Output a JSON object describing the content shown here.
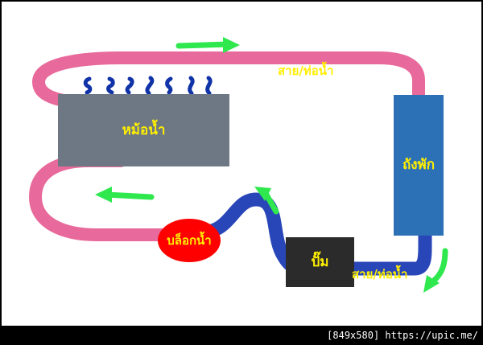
{
  "diagram": {
    "title_visible": false,
    "background_color": "#ffffff",
    "border_color": "#000000",
    "nodes": [
      {
        "id": "boiler",
        "label": "หม้อน้ำ",
        "shape": "rectangle",
        "color": "#6d7884",
        "text_color": "#ffee00"
      },
      {
        "id": "tank",
        "label": "ถังพัก",
        "shape": "rectangle",
        "color": "#2c71b6",
        "text_color": "#ffee00"
      },
      {
        "id": "pump",
        "label": "ปั๊ม",
        "shape": "rectangle",
        "color": "#2b2b2b",
        "text_color": "#ffee00"
      },
      {
        "id": "water-block",
        "label": "บล็อกน้ำ",
        "shape": "ellipse",
        "color": "#fe0000",
        "text_color": "#ffee00"
      }
    ],
    "pipe_labels": [
      {
        "id": "pipe-top",
        "label": "สาย/ท่อน้ำ",
        "text_color": "#ffee00"
      },
      {
        "id": "pipe-bottom",
        "label": "สาย/ท่อน้ำ",
        "text_color": "#ffee00"
      }
    ],
    "pipes": [
      {
        "id": "hot-pipe",
        "color": "#e8699b",
        "description": "pink hot water pipe"
      },
      {
        "id": "cold-pipe",
        "color": "#2946b8",
        "description": "blue cold water pipe"
      }
    ],
    "flow_arrows": [
      {
        "id": "arrow-top-right",
        "direction": "right",
        "color": "#2ee84e"
      },
      {
        "id": "arrow-mid-left",
        "direction": "left",
        "color": "#2ee84e"
      },
      {
        "id": "arrow-up",
        "direction": "up",
        "color": "#2ee84e"
      },
      {
        "id": "arrow-down-right",
        "direction": "down",
        "color": "#2ee84e"
      }
    ],
    "heat_marks": {
      "id": "boiler-heat-squiggles",
      "count": 7,
      "color": "#1033a8"
    }
  },
  "watermark": {
    "text": "[849x580] https://upic.me/",
    "background_color": "#000000",
    "text_color": "#ffffff"
  }
}
